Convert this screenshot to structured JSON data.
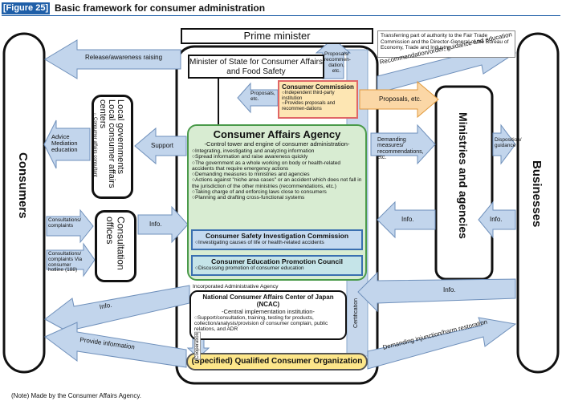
{
  "header": {
    "figure_label": "[Figure 25]",
    "title": "Basic framework for consumer administration"
  },
  "prime_minister": "Prime minister",
  "minister_of_state": "Minister of State for Consumer Affairs and Food Safety",
  "consumer_commission": {
    "title": "Consumer Commission",
    "items": [
      "○Independent third-party institution",
      "○Provides proposals and recommen-dations"
    ]
  },
  "caa": {
    "title": "Consumer Affairs Agency",
    "subtitle": "-Control tower and engine of consumer administration-",
    "items": [
      "○Integrating, investigating and analyzing information",
      "○Spread information and raise awareness quickly",
      "○The government as a whole working on body or health-related accidents that require emergency actions",
      "○Demanding measures to ministries and agencies",
      "○Actions against \"niche area cases\" or an accident which does not fall in the jurisdiction of the other ministries (recommendations, etc.)",
      "○Taking charge of and enforcing laws close to consumers",
      "○Planning and drafting cross-functional systems"
    ]
  },
  "csic": {
    "title": "Consumer Safety Investigation Commission",
    "desc": "○Investigating causes of life or health-related accidents"
  },
  "cepc": {
    "title": "Consumer Education Promotion Council",
    "desc": "○Discussing promotion of consumer education"
  },
  "ncac": {
    "label": "Incorporated Administrative Agency",
    "title": "National Consumer Affairs Center of Japan (NCAC)",
    "subtitle": "-Central implementation institution-",
    "desc": "○Support/consultation, training, testing for products, collection/analysis/provision of consumer complain, public relations, and ADR"
  },
  "qco": "(Specified) Qualified Consumer Organization",
  "consumers": "Consumers",
  "businesses": "Businesses",
  "ministries": "Ministries and agencies",
  "local_gov": {
    "title": "Local governments Local consumer affairs centers",
    "sub": "○Consumer affairs consultant"
  },
  "consult_offices": "Consultation offices",
  "labels": {
    "release": "Release/awareness raising",
    "recommend": "Recommendation/order, guidance and education",
    "transfer": "Transferring part of authority to the Fair Trade Commission and the Director-General of the Bureau of Economy, Trade and Industry",
    "proposals_recommendation": "Proposals/ recommen- dation, etc.",
    "proposals_etc_left": "Proposals, etc.",
    "proposals_etc_right": "Proposals, etc.",
    "demanding_measures": "Demanding measures/ recommendations, etc.",
    "disposition": "Disposition/ guidance",
    "support": "Support",
    "advice": "Advice Mediation education",
    "consultations_complaints": "Consultations/ complaints",
    "consultations_hotline": "Consultations/ complaints Via consumer hotline (188)",
    "info_offices": "Info.",
    "info_ministries": "Info.",
    "info_businesses": "Info.",
    "info_lower_left": "Info.",
    "info_lower_right": "Info.",
    "provide_information": "Provide information",
    "demanding_injunction": "Demanding injunction/harm restoration",
    "certification": "Certification",
    "cooperation": "Cooperation"
  },
  "note": "(Note) Made by the Consumer Affairs Agency."
}
